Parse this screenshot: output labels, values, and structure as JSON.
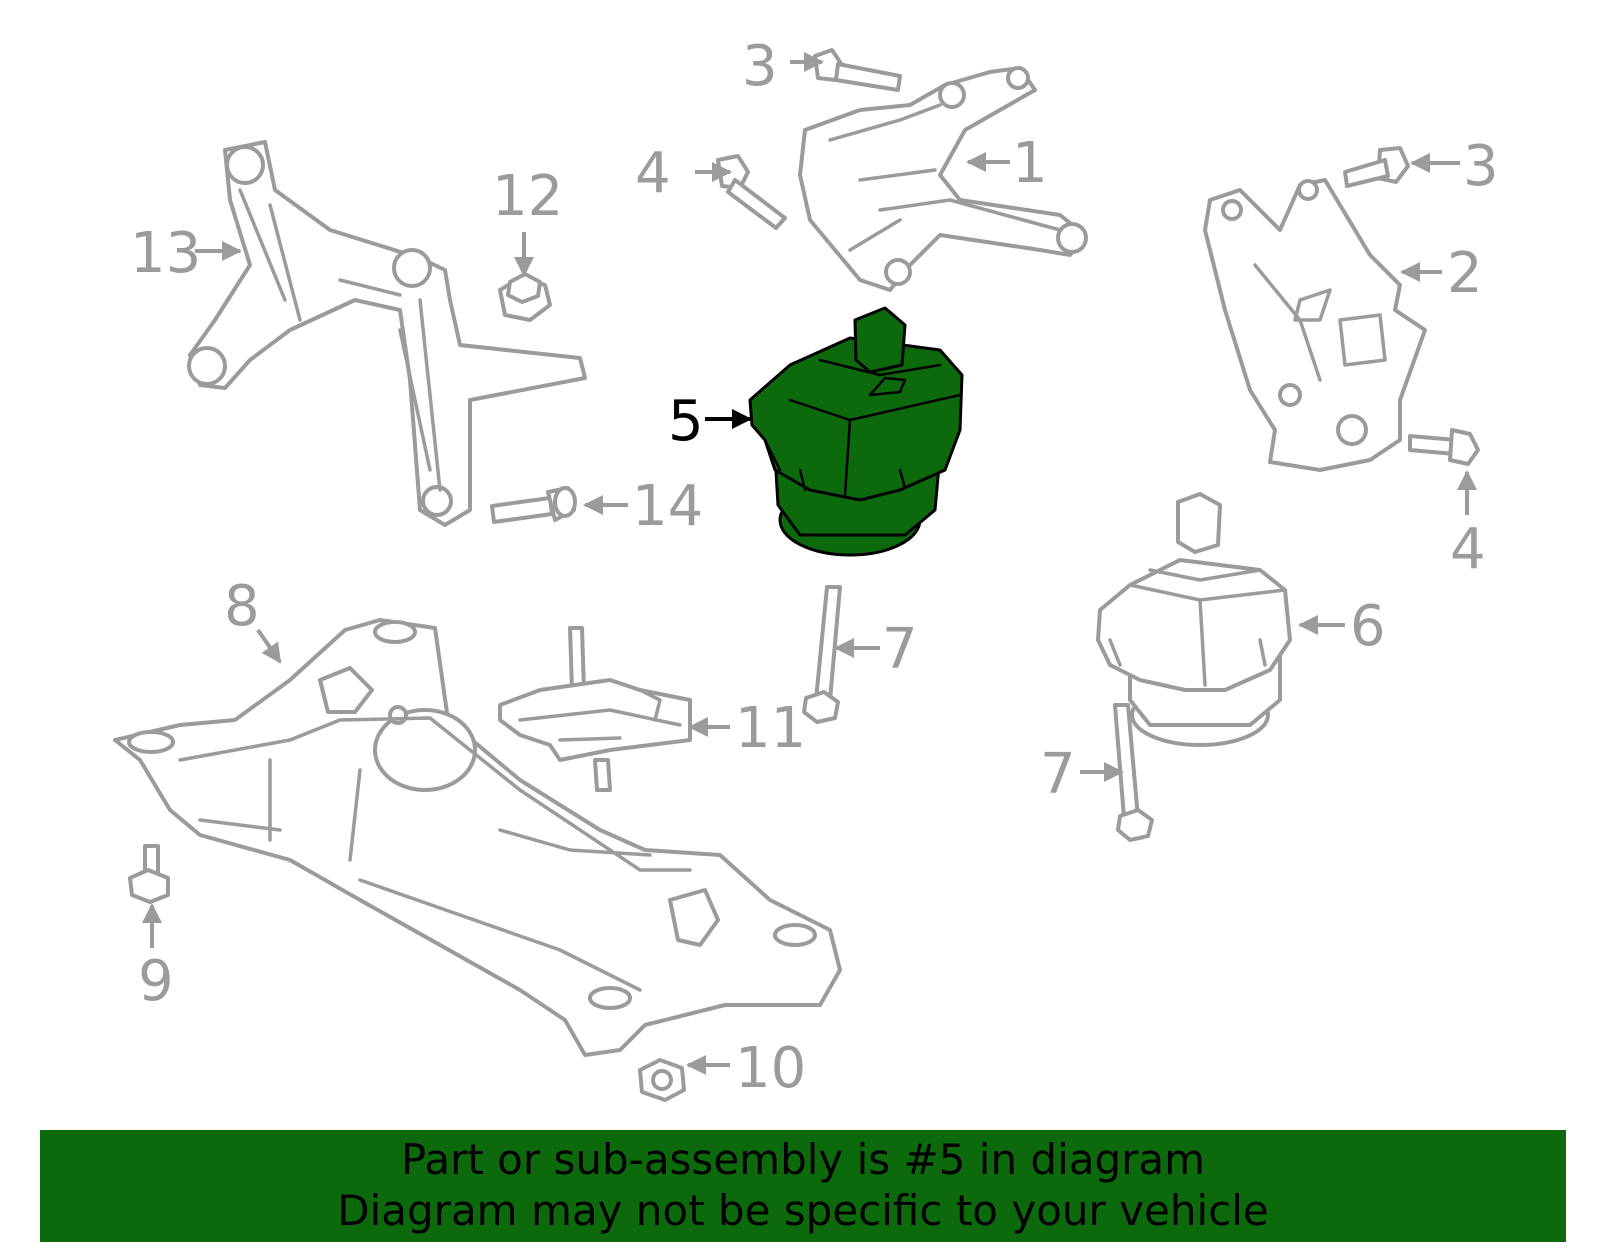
{
  "callouts": {
    "c1": "1",
    "c2": "2",
    "c3a": "3",
    "c3b": "3",
    "c4a": "4",
    "c4b": "4",
    "c5": "5",
    "c6": "6",
    "c7a": "7",
    "c7b": "7",
    "c8": "8",
    "c9": "9",
    "c10": "10",
    "c11": "11",
    "c12": "12",
    "c13": "13",
    "c14": "14"
  },
  "highlight": {
    "part_number": "5",
    "color": "#0c6a0c"
  },
  "banner": {
    "line1": "Part or sub-assembly is #5 in diagram",
    "line2": "Diagram may not be specific to your vehicle"
  }
}
